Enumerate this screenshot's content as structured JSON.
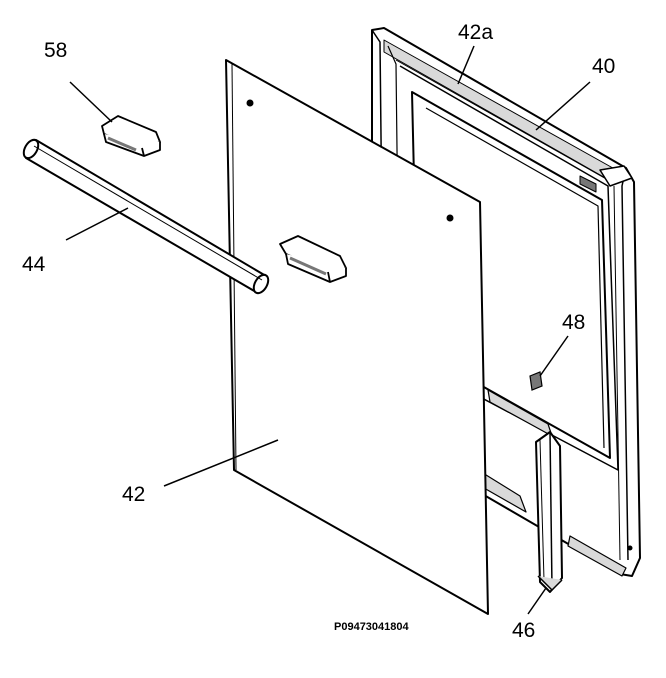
{
  "labels": {
    "l58": "58",
    "l42a": "42a",
    "l40": "40",
    "l44": "44",
    "l48": "48",
    "l42": "42",
    "l46": "46"
  },
  "figure_code": "P09473041804",
  "colors": {
    "ink": "#000000",
    "paper": "#ffffff",
    "shade": "#d9d9d9",
    "dark": "#777777"
  }
}
